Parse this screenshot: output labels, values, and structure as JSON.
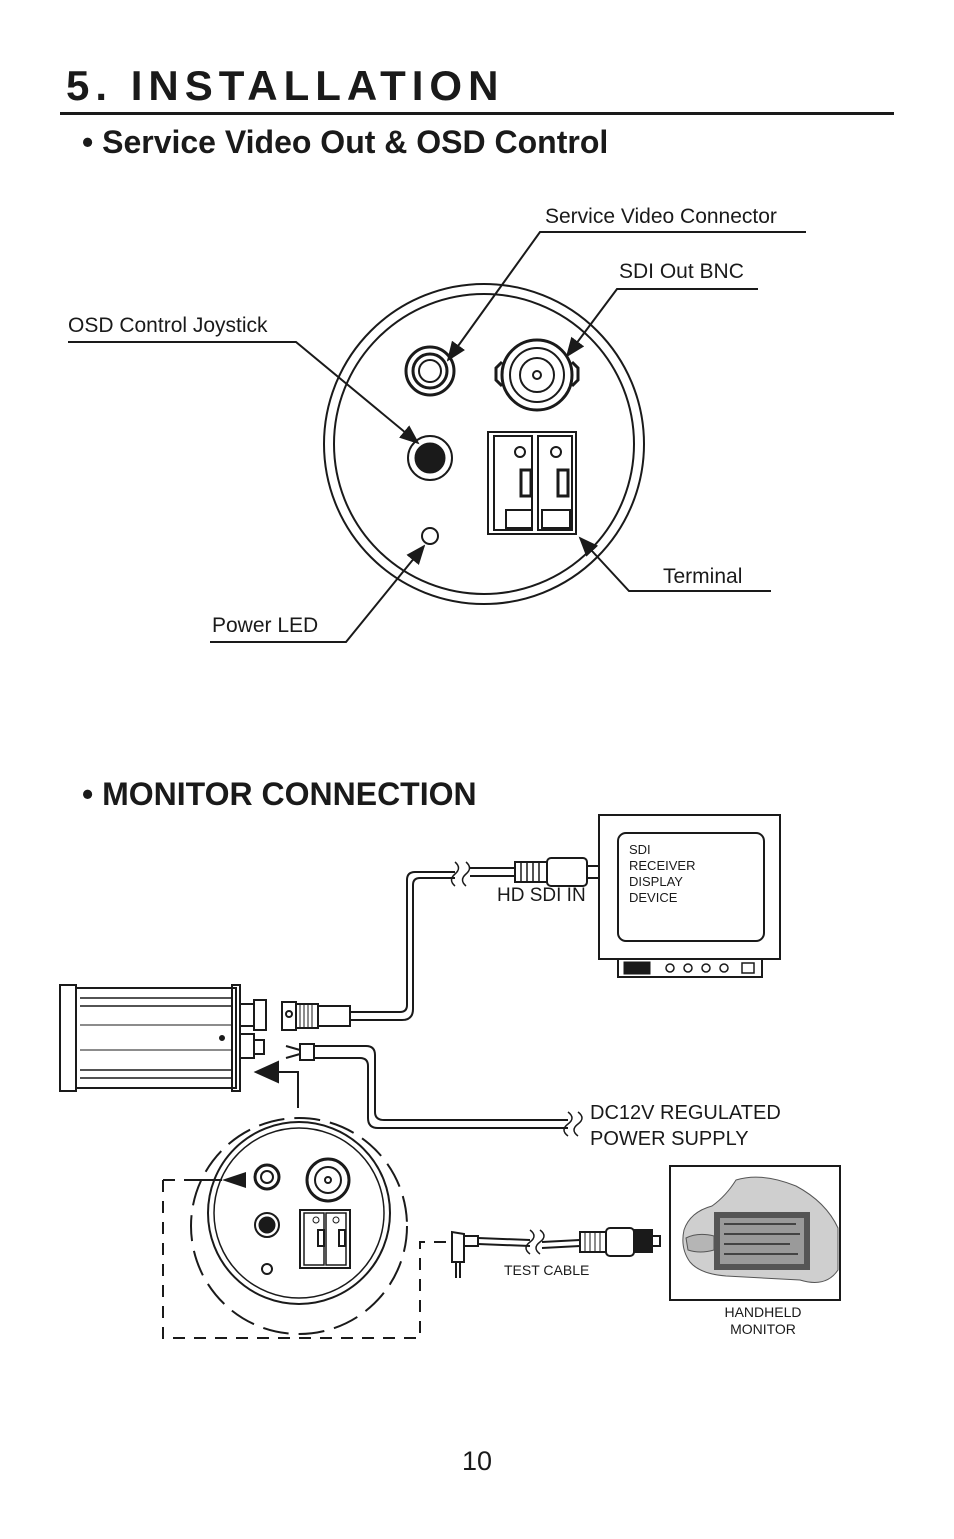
{
  "header": {
    "title": "5. INSTALLATION"
  },
  "section1": {
    "heading": "• Service Video Out & OSD Control",
    "labels": {
      "service_video": "Service Video Connector",
      "sdi_out": "SDI Out BNC",
      "osd_joystick": "OSD Control Joystick",
      "terminal": "Terminal",
      "power_led": "Power LED"
    }
  },
  "section2": {
    "heading": "• MONITOR CONNECTION",
    "monitor_screen": [
      "SDI",
      "RECEIVER",
      "DISPLAY",
      "DEVICE"
    ],
    "hd_sdi_in": "HD SDI IN",
    "power_supply": [
      "DC12V REGULATED",
      "POWER SUPPLY"
    ],
    "test_cable": "TEST CABLE",
    "handheld": [
      "HANDHELD",
      "MONITOR"
    ]
  },
  "footer": {
    "page_number": "10"
  }
}
